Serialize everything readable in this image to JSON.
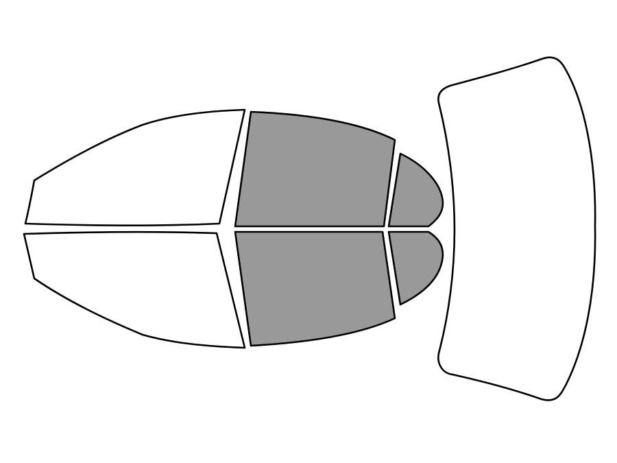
{
  "diagram": {
    "colors": {
      "tinted": "#999999",
      "clear": "#ffffff",
      "outline": "#000000",
      "background": "#ffffff"
    },
    "panels": [
      {
        "id": "windshield-top-half",
        "tinted": false
      },
      {
        "id": "windshield-bottom-half",
        "tinted": false
      },
      {
        "id": "front-door-window-top",
        "tinted": true
      },
      {
        "id": "front-door-window-bottom",
        "tinted": true
      },
      {
        "id": "rear-quarter-window-top",
        "tinted": true
      },
      {
        "id": "rear-quarter-window-bottom",
        "tinted": true
      },
      {
        "id": "rear-window",
        "tinted": false
      }
    ]
  }
}
